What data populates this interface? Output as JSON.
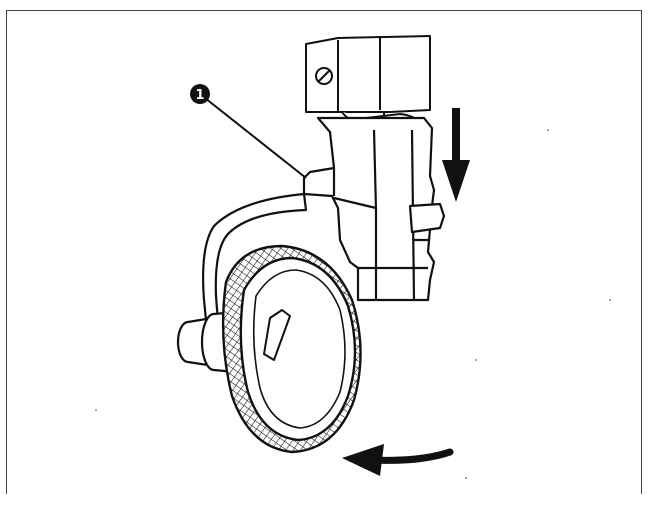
{
  "callouts": [
    {
      "number": "1"
    }
  ],
  "colors": {
    "ink": "#111111",
    "paper": "#ffffff",
    "frame": "#444444"
  },
  "arrows": {
    "press_direction": "down",
    "rotate_direction": "left"
  }
}
